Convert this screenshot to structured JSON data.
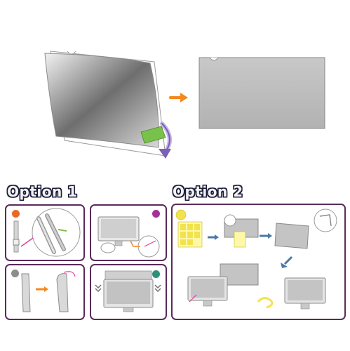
{
  "option1": {
    "title": "Option 1"
  },
  "option2": {
    "title": "Option 2"
  },
  "colors": {
    "panel_border": "#5a2a5a",
    "arrow_orange": "#f4891f",
    "arrow_purple": "#7a5fb8",
    "tab_green": "#78c14a",
    "badge_orange": "#e86a28",
    "badge_purple": "#a0329a",
    "badge_gray": "#8c8c8c",
    "badge_teal": "#2e8f7a",
    "adhesive_yellow": "#f2e34c",
    "filter_gray": "#bdbdbd"
  },
  "icons": [
    "privacy-filter-peel-illustration",
    "privacy-filter-flat-illustration",
    "orange-arrow-right-icon",
    "purple-curved-arrow-icon",
    "step-badge-icon",
    "monitor-icon",
    "adhesive-tab-sheet-icon",
    "double-chevron-down-icon"
  ]
}
